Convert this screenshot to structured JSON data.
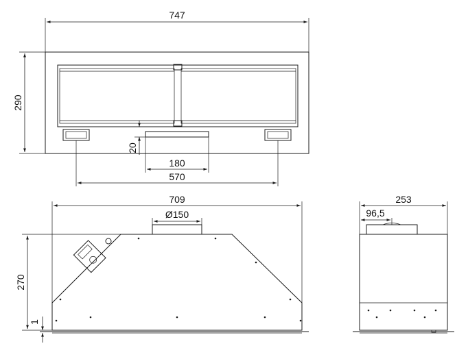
{
  "labels": {
    "front_width": "747",
    "front_height": "290",
    "grille_offset": "20",
    "center_slot_width": "180",
    "side_slot_spacing": "570",
    "side_width": "709",
    "duct_diameter": "Ø150",
    "side_height": "270",
    "bottom_gap": "1",
    "end_width": "253",
    "end_duct_offset": "96,5"
  }
}
